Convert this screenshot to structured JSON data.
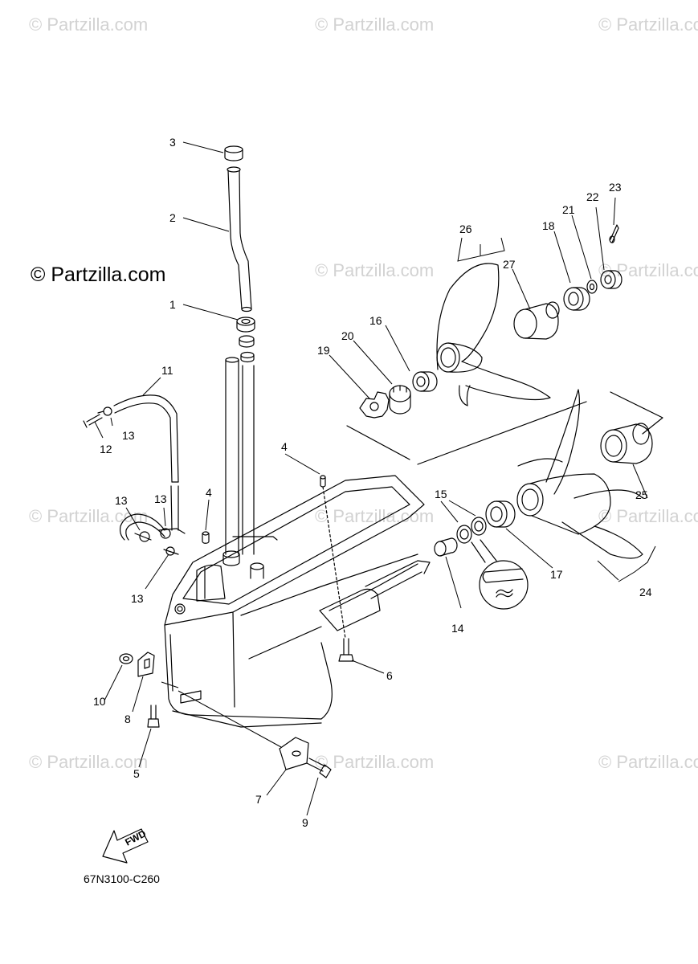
{
  "watermark": "© Partzilla.com",
  "brand": "© Partzilla.com",
  "diagram_code": "67N3100-C260",
  "fwd_label": "FWD",
  "callouts": {
    "c1": "1",
    "c2": "2",
    "c3": "3",
    "c4a": "4",
    "c4b": "4",
    "c5": "5",
    "c6": "6",
    "c7": "7",
    "c8": "8",
    "c9": "9",
    "c10": "10",
    "c11": "11",
    "c12": "12",
    "c13a": "13",
    "c13b": "13",
    "c13c": "13",
    "c13d": "13",
    "c14": "14",
    "c15": "15",
    "c16": "16",
    "c17": "17",
    "c18": "18",
    "c19": "19",
    "c20": "20",
    "c21": "21",
    "c22": "22",
    "c23": "23",
    "c24": "24",
    "c25": "25",
    "c26": "26",
    "c27": "27"
  }
}
